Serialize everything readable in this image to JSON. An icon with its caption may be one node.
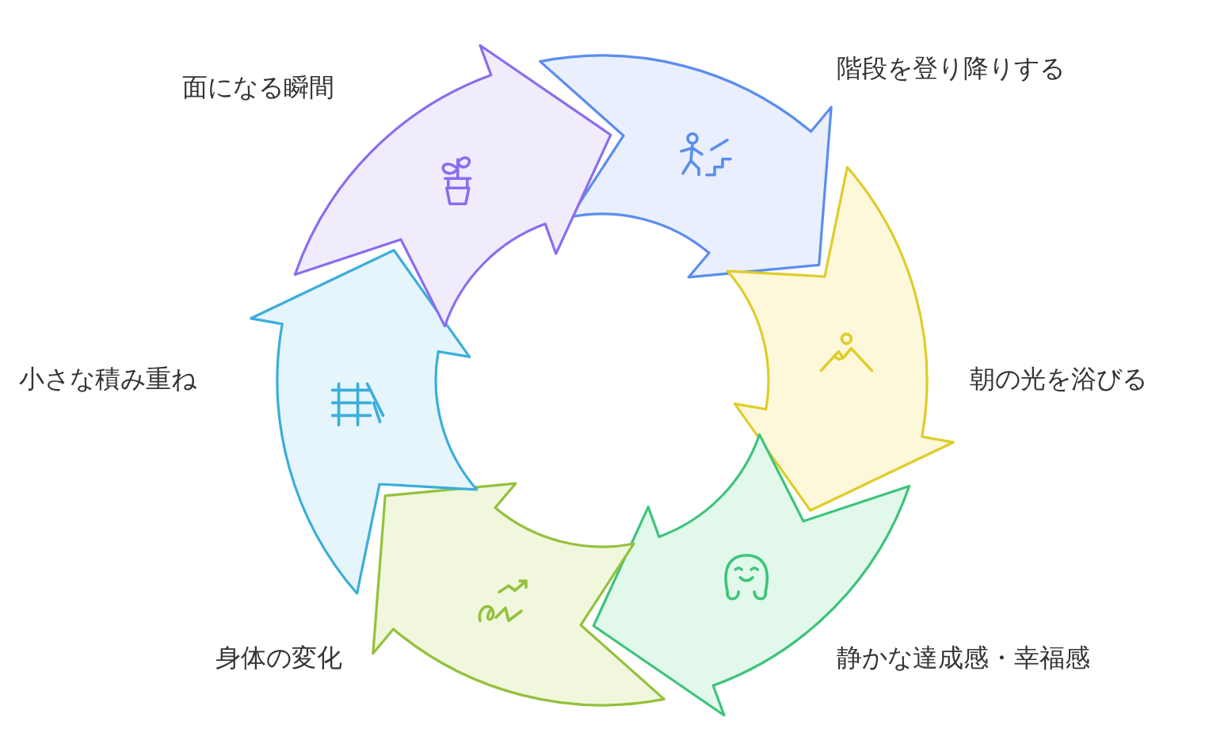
{
  "diagram": {
    "nodes": [
      {
        "text": [],
        "shape": "arrow",
        "beside": [
          "階段を登り降りする"
        ]
      },
      {
        "text": [],
        "shape": "arrow",
        "beside": [
          "朝の光を浴びる"
        ]
      },
      {
        "text": [],
        "shape": "arrow",
        "beside": [
          "静かな達成感・幸福感"
        ]
      },
      {
        "text": [],
        "shape": "arrow",
        "beside": [
          "身体の変化"
        ]
      },
      {
        "text": [],
        "shape": "arrow",
        "beside": [
          "小さな積み重ね"
        ]
      },
      {
        "text": [],
        "shape": "arrow",
        "beside": [
          "面になる瞬間"
        ]
      }
    ]
  }
}
